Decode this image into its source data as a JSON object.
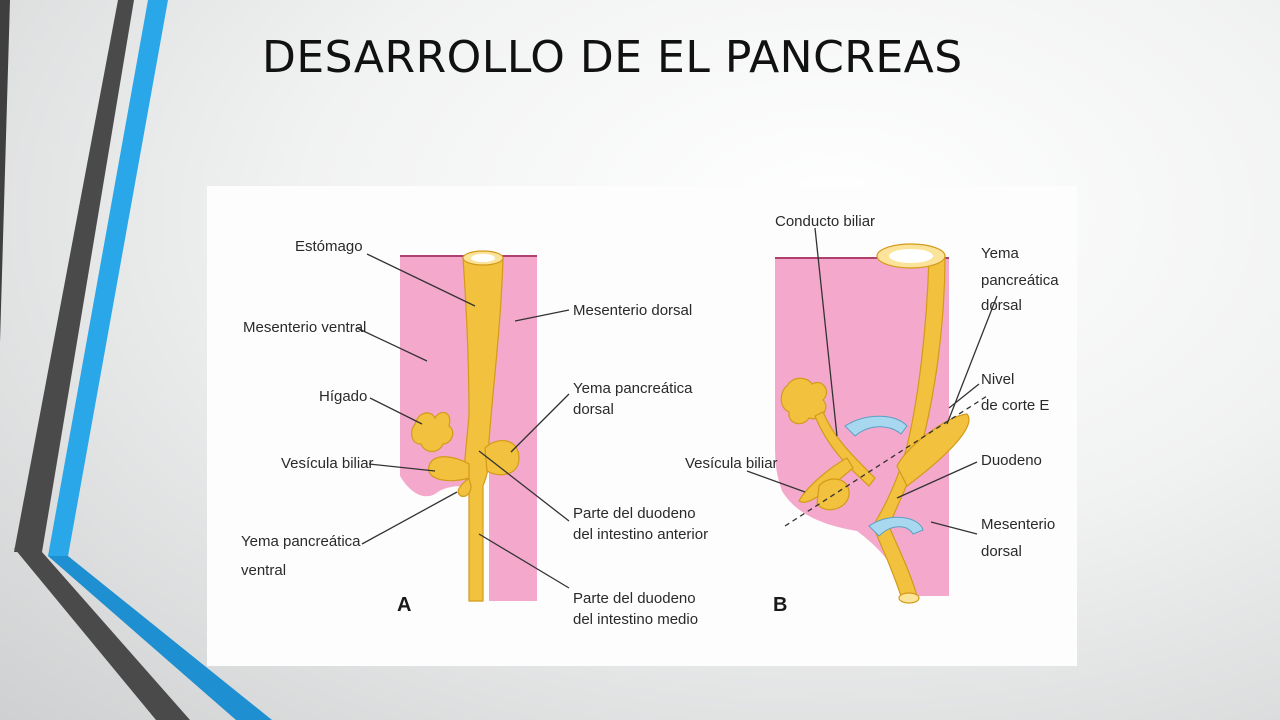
{
  "slide": {
    "title": "DESARROLLO DE EL PANCREAS"
  },
  "colors": {
    "accent_blue": "#2aa7e8",
    "accent_dark": "#3f3f3f",
    "mesentery_pink": "#f4a9cc",
    "gut_yellow": "#f2c13d"
  },
  "figure": {
    "panel_a": {
      "letter": "A",
      "labels": {
        "estomago": "Estómago",
        "mesenterio_ventral": "Mesenterio ventral",
        "higado": "Hígado",
        "vesicula_biliar": "Vesícula biliar",
        "yema_ventral_1": "Yema pancreática",
        "yema_ventral_2": "ventral",
        "mesenterio_dorsal": "Mesenterio dorsal",
        "yema_dorsal_1": "Yema pancreática",
        "yema_dorsal_2": "dorsal",
        "duodeno_anterior_1": "Parte del duodeno",
        "duodeno_anterior_2": "del intestino anterior",
        "duodeno_medio_1": "Parte del duodeno",
        "duodeno_medio_2": "del intestino medio"
      }
    },
    "panel_b": {
      "letter": "B",
      "labels": {
        "conducto_biliar": "Conducto biliar",
        "yema_dorsal_1": "Yema",
        "yema_dorsal_2": "pancreática",
        "yema_dorsal_3": "dorsal",
        "nivel_1": "Nivel",
        "nivel_2": "de corte E",
        "vesicula_biliar": "Vesícula biliar",
        "duodeno": "Duodeno",
        "mesenterio_dorsal_1": "Mesenterio",
        "mesenterio_dorsal_2": "dorsal"
      }
    }
  }
}
